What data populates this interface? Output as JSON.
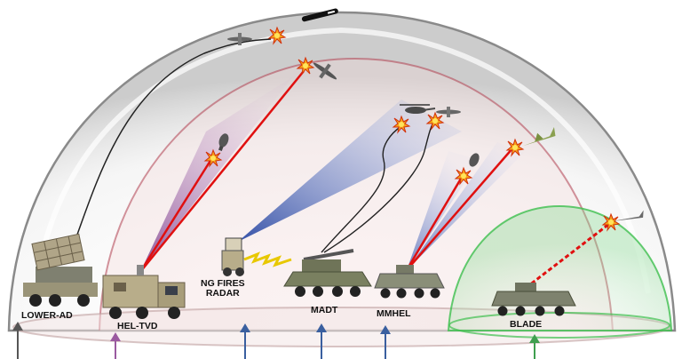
{
  "labels": {
    "lower_ad": "LOWER-AD",
    "hel_tvd": "HEL-TVD",
    "ng_fires_radar": "NG FIRES\nRADAR",
    "madt": "MADT",
    "mmhel": "MMHEL",
    "blade": "BLADE"
  },
  "colors": {
    "laser": "#e01010",
    "radar_beam": "#1f3f9f",
    "hel_beam": "#7a3a8a",
    "blade_dome": "#3fbf4f",
    "outer_dome": "#9a9a9a",
    "inner_dome": "#b03040",
    "arrow_gray": "#555555",
    "arrow_purple": "#9a5aa0",
    "arrow_blue": "#3a5f9f",
    "arrow_green": "#3f9f4f",
    "vehicle_tan": "#a89a78",
    "vehicle_green": "#7a8060"
  },
  "icons": [
    "explosion-icon",
    "missile-icon",
    "uav-icon",
    "mortar-round-icon",
    "helicopter-icon"
  ]
}
